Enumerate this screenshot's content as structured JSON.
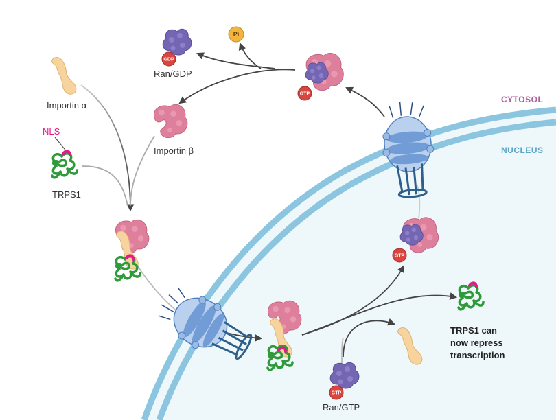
{
  "regions": {
    "cytosol": "CYTOSOL",
    "nucleus": "NUCLEUS"
  },
  "labels": {
    "importin_alpha": "Importin α",
    "importin_beta": "Importin β",
    "nls": "NLS",
    "trps1": "TRPS1",
    "ran_gdp": "Ran/GDP",
    "ran_gtp": "Ran/GTP",
    "pi": "Pi",
    "outcome_line1": "TRPS1 can",
    "outcome_line2": "now repress",
    "outcome_line3": "transcription"
  },
  "badges": {
    "gtp": "GTP",
    "gdp": "GDP"
  },
  "colors": {
    "cytosol": "#b05c9a",
    "nucleus": "#5aa6c7",
    "membrane": "#8cc5df",
    "nucleoplasm": "#eef7fa",
    "importin_alpha": "#f7d49e",
    "importin_beta": "#de7f9b",
    "ran": "#7466b3",
    "gtp_badge": "#d9453f",
    "pi_badge": "#f2b43a",
    "trps1": "#2e9a3a",
    "nls": "#e6198a",
    "pore": "#4f7fbf",
    "arrow": "#444444"
  }
}
